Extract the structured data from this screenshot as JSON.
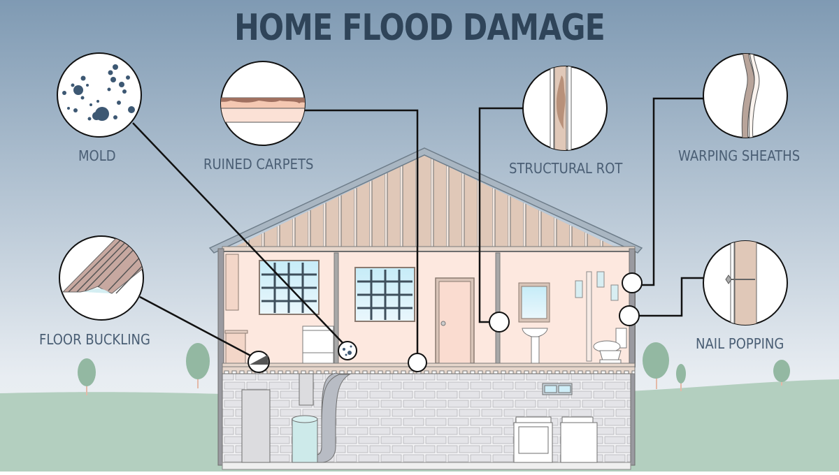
{
  "title": "HOME FLOOD DAMAGE",
  "callouts": [
    {
      "id": "mold",
      "label": "MOLD"
    },
    {
      "id": "ruined-carpets",
      "label": "RUINED CARPETS"
    },
    {
      "id": "structural-rot",
      "label": "STRUCTURAL ROT"
    },
    {
      "id": "warping-sheaths",
      "label": "WARPING SHEATHS"
    },
    {
      "id": "floor-buckling",
      "label": "FLOOR BUCKLING"
    },
    {
      "id": "nail-popping",
      "label": "NAIL POPPING"
    }
  ],
  "colors": {
    "sky_top": "#7f9ab3",
    "sky_bottom": "#eef1f5",
    "grass": "#b3cfbf",
    "tree": "#93b8a2",
    "title_text": "#2f4459",
    "label_text": "#4a5e74",
    "wall_interior": "#fde8df",
    "siding": "#e0c8b8",
    "roof_trim": "#a9b6c2",
    "frame": "#6e6e6e",
    "window_glass": "#cfeef8",
    "window_mullion": "#3e4f5c",
    "brick": "#e6e6ea",
    "mold_spot": "#3d5873",
    "carpet": "#f5c8b2",
    "rot": "#b8917a",
    "water_heater": "#cdeaea"
  }
}
